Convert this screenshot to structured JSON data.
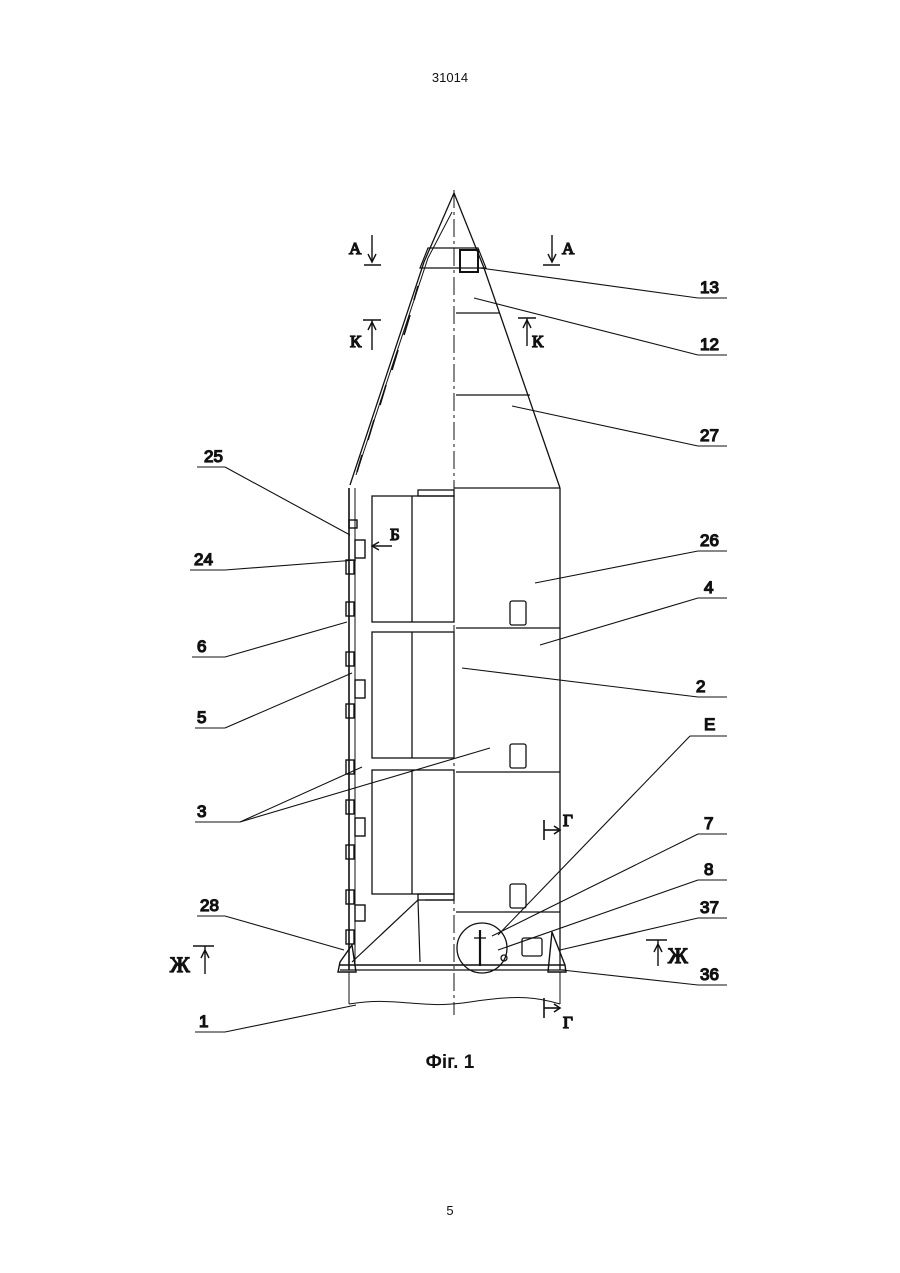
{
  "header": {
    "doc_number": "31014"
  },
  "figure": {
    "caption": "Фіг. 1",
    "section_marks": {
      "a_left": "А",
      "a_right": "А",
      "k_left": "К",
      "k_right": "К",
      "b": "Б",
      "g_top": "Г",
      "g_bottom": "Г",
      "zh_left": "Ж",
      "zh_right": "Ж"
    },
    "labels": {
      "l13": "13",
      "l12": "12",
      "l27": "27",
      "l25": "25",
      "l24": "24",
      "l26": "26",
      "l4": "4",
      "l6": "6",
      "l2": "2",
      "l5": "5",
      "lE": "Е",
      "l3": "3",
      "l7": "7",
      "l8": "8",
      "l28": "28",
      "l37": "37",
      "l36": "36",
      "l1": "1"
    }
  },
  "footer": {
    "page_number": "5"
  }
}
